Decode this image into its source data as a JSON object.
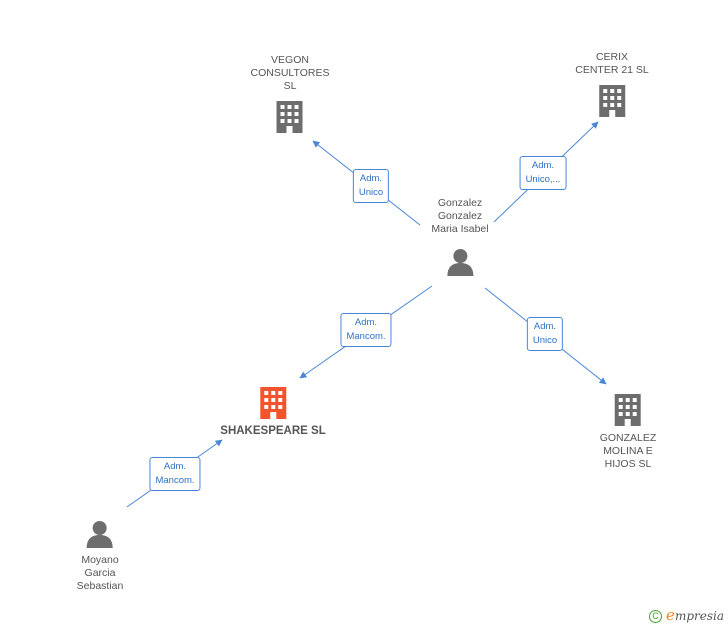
{
  "colors": {
    "edge": "#4a86d6",
    "company_icon": "#6d6d6d",
    "focus_company_icon": "#f2542d",
    "person_icon": "#6d6d6d"
  },
  "nodes": {
    "vegon": {
      "type": "company",
      "icon": "building-icon",
      "lines": [
        "VEGON",
        "CONSULTORES",
        "SL"
      ]
    },
    "cerix": {
      "type": "company",
      "icon": "building-icon",
      "lines": [
        "CERIX",
        "CENTER 21 SL"
      ]
    },
    "gonzalez_maria": {
      "type": "person",
      "icon": "person-icon",
      "lines": [
        "Gonzalez",
        "Gonzalez",
        "Maria Isabel"
      ]
    },
    "shakespeare": {
      "type": "company",
      "focus": true,
      "icon": "building-icon",
      "lines": [
        "SHAKESPEARE SL"
      ]
    },
    "gonzalez_molina": {
      "type": "company",
      "icon": "building-icon",
      "lines": [
        "GONZALEZ",
        "MOLINA E",
        "HIJOS SL"
      ]
    },
    "moyano": {
      "type": "person",
      "icon": "person-icon",
      "lines": [
        "Moyano",
        "Garcia",
        "Sebastian"
      ]
    }
  },
  "edges": [
    {
      "from": "gonzalez_maria",
      "to": "vegon",
      "label": [
        "Adm.",
        "Unico"
      ]
    },
    {
      "from": "gonzalez_maria",
      "to": "cerix",
      "label": [
        "Adm.",
        "Unico,..."
      ]
    },
    {
      "from": "gonzalez_maria",
      "to": "shakespeare",
      "label": [
        "Adm.",
        "Mancom."
      ]
    },
    {
      "from": "gonzalez_maria",
      "to": "gonzalez_molina",
      "label": [
        "Adm.",
        "Unico"
      ]
    },
    {
      "from": "moyano",
      "to": "shakespeare",
      "label": [
        "Adm.",
        "Mancom."
      ]
    }
  ],
  "footer": {
    "copyright_symbol": "C",
    "brand_initial": "e",
    "brand_rest": "mpresia"
  }
}
